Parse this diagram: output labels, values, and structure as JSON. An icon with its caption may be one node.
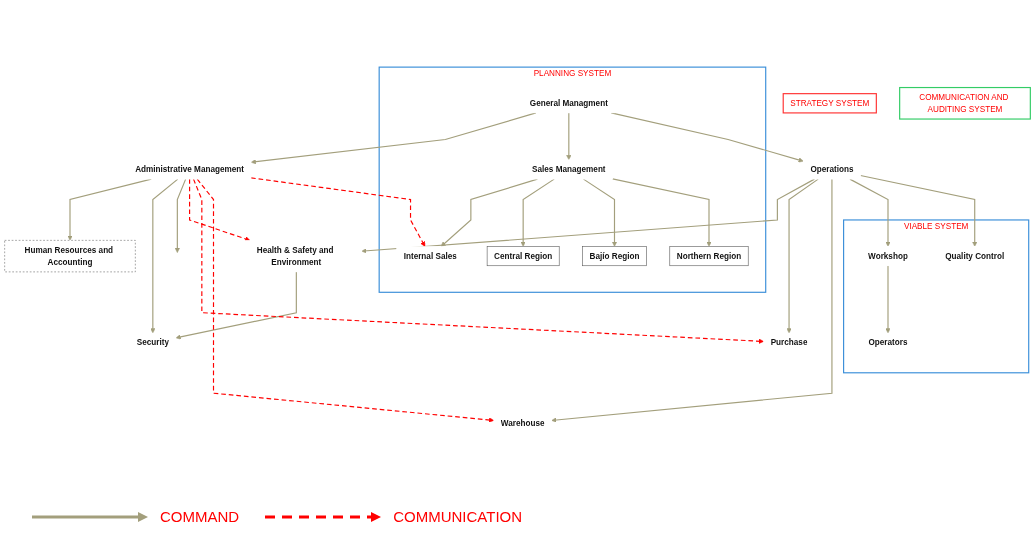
{
  "diagram": {
    "nodes": [
      {
        "text": [
          "STRATEGY SYSTEM"
        ]
      },
      {
        "text": [
          "PLANNING SYSTEM"
        ]
      },
      {
        "text": [
          "General Managment"
        ],
        "in": 1
      },
      {
        "text": [
          "Administrative Management"
        ]
      },
      {
        "text": [
          "Sales Management"
        ],
        "in": 1
      },
      {
        "text": [
          "Internal Sales"
        ],
        "in": 1
      },
      {
        "text": [
          "Human Resources and Accounting"
        ]
      },
      {
        "text": [
          "Health & Safety and Environment"
        ]
      },
      {
        "text": [
          "Operations"
        ]
      },
      {
        "text": [
          "Central Region"
        ],
        "in": 1
      },
      {
        "text": [
          "Bajío Region"
        ],
        "in": 1
      },
      {
        "text": [
          "Northern Region"
        ],
        "in": 1
      },
      {
        "text": [
          "COMMUNICATION AND AUDITING SYSTEM"
        ]
      },
      {
        "text": [
          "VIABLE SYSTEM"
        ]
      },
      {
        "text": [
          "Security"
        ]
      },
      {
        "text": [
          "Purchase"
        ]
      },
      {
        "text": [
          "Workshop"
        ],
        "in": 13
      },
      {
        "text": [
          "Quality Control"
        ],
        "in": 13
      },
      {
        "text": [
          "Warehouse"
        ]
      },
      {
        "text": [
          "Operators"
        ],
        "in": 13
      }
    ],
    "edges": [
      {
        "from": 2,
        "to": 3,
        "arrow": "to"
      },
      {
        "from": 2,
        "to": 4,
        "arrow": "to"
      },
      {
        "from": 2,
        "to": 8,
        "arrow": "to"
      },
      {
        "from": 4,
        "to": 5,
        "arrow": "to"
      },
      {
        "from": 4,
        "to": 9,
        "arrow": "to"
      },
      {
        "from": 4,
        "to": 10,
        "arrow": "to"
      },
      {
        "from": 4,
        "to": 11,
        "arrow": "to"
      },
      {
        "from": 3,
        "to": 6,
        "arrow": "to"
      },
      {
        "from": 3,
        "to": 14,
        "arrow": "to"
      },
      {
        "from": 3,
        "to": null,
        "arrow": "to"
      },
      {
        "from": 7,
        "to": 14,
        "arrow": "to"
      },
      {
        "from": 8,
        "to": 7,
        "arrow": "to"
      },
      {
        "from": 8,
        "to": 15,
        "arrow": "to"
      },
      {
        "from": 8,
        "to": 18,
        "arrow": "to"
      },
      {
        "from": 8,
        "to": 16,
        "arrow": "to"
      },
      {
        "from": 8,
        "to": 17,
        "arrow": "to"
      },
      {
        "from": 16,
        "to": 19,
        "arrow": "to"
      },
      {
        "from": 3,
        "to": 5,
        "arrow": "to",
        "style": "dashed",
        "color": "#ff0000"
      },
      {
        "from": 3,
        "to": 7,
        "arrow": "to",
        "style": "dashed",
        "color": "#ff0000"
      },
      {
        "from": 3,
        "to": 15,
        "arrow": "to",
        "style": "dashed",
        "color": "#ff0000"
      },
      {
        "from": 3,
        "to": 18,
        "arrow": "to",
        "style": "dashed",
        "color": "#ff0000"
      }
    ],
    "legend": [
      {
        "text": "COMMAND"
      },
      {
        "text": "COMMUNICATION"
      }
    ]
  }
}
